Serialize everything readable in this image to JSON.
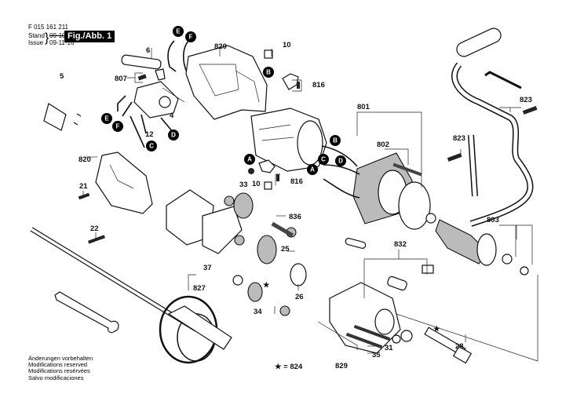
{
  "header": {
    "part_number": "F 015 161 211",
    "stand_label": "Stand",
    "stand_value": "09-10-30",
    "issue_label": "Issue",
    "issue_value": "09-11-16",
    "figure_label": "Fig./Abb. 1"
  },
  "footer": {
    "lines": [
      "Änderungen vorbehalten",
      "Modifications reserved",
      "Modifications resérvées",
      "Salvo modificaciones"
    ],
    "legend": "★ = 824"
  },
  "callouts": {
    "A": "A",
    "B": "B",
    "C": "C",
    "D": "D",
    "E": "E",
    "F": "F"
  },
  "part_labels": {
    "p5": "5",
    "p6": "6",
    "p807": "807",
    "p820a": "820",
    "p820b": "820",
    "p4": "4",
    "p12": "12",
    "p10a": "10",
    "p816a": "816",
    "p801": "801",
    "p802": "802",
    "p816b": "816",
    "p10b": "10",
    "p33": "33",
    "p836": "836",
    "p25": "25",
    "p26": "26",
    "p37": "37",
    "p827": "827",
    "p34": "34",
    "p21": "21",
    "p22": "22",
    "p823a": "823",
    "p823b": "823",
    "p803": "803",
    "p832": "832",
    "p31": "31",
    "p35": "35",
    "p829": "829",
    "p28": "28",
    "star": "★"
  }
}
